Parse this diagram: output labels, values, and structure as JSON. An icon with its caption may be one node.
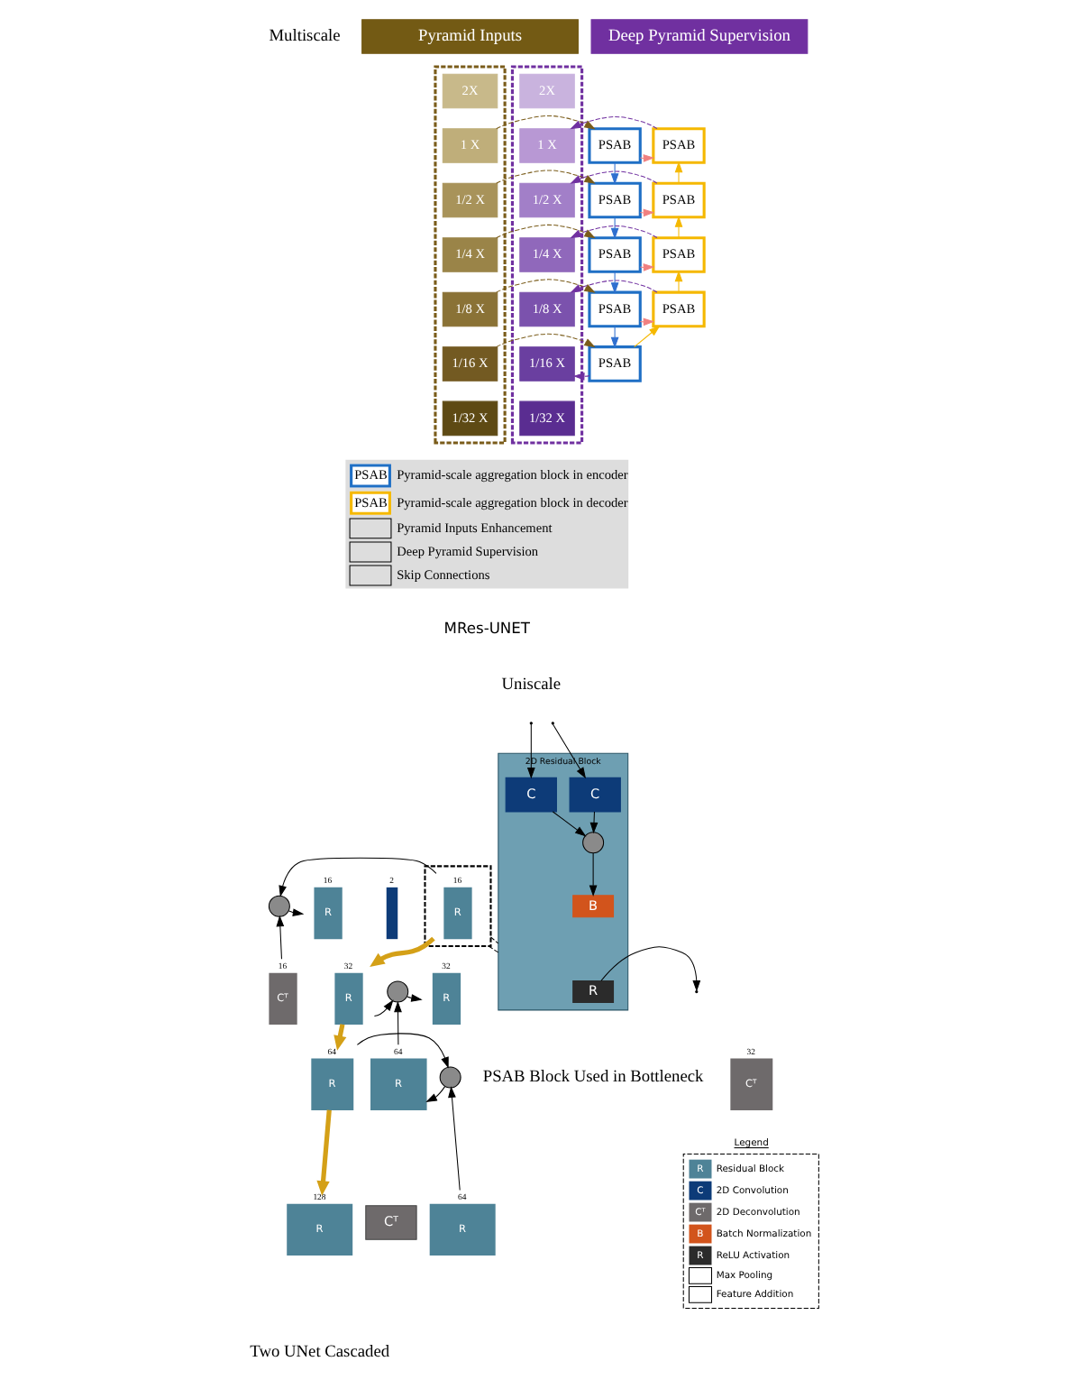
{
  "diagram": {
    "nodes": [
      {
        "text": [],
        "shape": "box"
      },
      {
        "text": [
          "2X"
        ],
        "in": 0
      },
      {
        "text": [
          "1 X"
        ],
        "in": 0
      },
      {
        "text": [
          "1/2 X"
        ],
        "in": 0
      },
      {
        "text": [
          "1/4 X"
        ],
        "in": 0
      },
      {
        "text": [
          "1/8 X"
        ],
        "in": 0
      },
      {
        "text": [
          "1/16 X"
        ],
        "in": 0
      },
      {
        "text": [
          "1/32 X"
        ],
        "in": 0
      },
      {
        "text": [
          "Pyramid Inputs"
        ]
      },
      {
        "text": [
          "Deep Pyramid Supervision"
        ]
      },
      {
        "text": [
          "PSAB"
        ]
      },
      {
        "text": [
          "PSAB"
        ]
      },
      {
        "text": [
          "PSAB"
        ]
      },
      {
        "text": [
          "PSAB"
        ]
      },
      {
        "text": [
          "PSAB"
        ]
      },
      {
        "text": [
          "PSAB"
        ]
      },
      {
        "text": [
          "PSAB"
        ]
      },
      {
        "text": [
          "PSAB"
        ]
      },
      {
        "text": [
          "PSAB"
        ]
      },
      {
        "text": [],
        "shape": "box"
      },
      {
        "text": [
          "2X"
        ],
        "in": 19
      },
      {
        "text": [
          "1 X"
        ],
        "in": 19
      },
      {
        "text": [
          "1/2 X"
        ],
        "in": 19
      },
      {
        "text": [
          "1/4 X"
        ],
        "in": 19
      },
      {
        "text": [
          "1/8 X"
        ],
        "in": 19
      },
      {
        "text": [
          "1/16 X"
        ],
        "in": 19
      },
      {
        "text": [
          "1/32 X"
        ],
        "in": 19
      },
      {
        "text": [
          "2D Residual Block"
        ]
      },
      {
        "text": [
          "C"
        ],
        "in": 27
      },
      {
        "text": [
          "C"
        ],
        "in": 27
      },
      {
        "text": [],
        "shape": "circle",
        "in": 27
      },
      {
        "text": [
          "B"
        ],
        "in": 27
      },
      {
        "text": [
          "R"
        ],
        "in": 27
      },
      {
        "text": [],
        "shape": "box"
      },
      {
        "text": [
          "R"
        ],
        "beside": [
          "16"
        ],
        "in": 33
      },
      {
        "text": [
          "R"
        ],
        "beside": [
          "32"
        ]
      },
      {
        "text": [
          "R"
        ],
        "beside": [
          "64"
        ]
      },
      {
        "text": [
          "R"
        ],
        "beside": [
          "128"
        ]
      },
      {
        "text": [
          "Cᵀ"
        ]
      },
      {
        "text": [
          "R"
        ],
        "beside": [
          "64"
        ]
      },
      {
        "text": [],
        "shape": "circle"
      },
      {
        "text": [
          "R"
        ],
        "beside": [
          "64"
        ]
      },
      {
        "text": [
          "Cᵀ"
        ],
        "beside": [
          "32"
        ]
      },
      {
        "text": [],
        "shape": "circle"
      },
      {
        "text": [
          "R"
        ],
        "beside": [
          "32"
        ]
      },
      {
        "text": [
          "Cᵀ"
        ],
        "beside": [
          "16"
        ]
      },
      {
        "text": [],
        "shape": "circle"
      },
      {
        "text": [
          "R"
        ],
        "beside": [
          "16"
        ]
      },
      {
        "text": [],
        "shape": "box",
        "beside": [
          "2"
        ]
      }
    ],
    "edges": [
      {
        "from": 2,
        "to": 10,
        "arrow": "to",
        "style": "dashed",
        "color": "#7a5c1a"
      },
      {
        "from": 3,
        "to": 11,
        "arrow": "to",
        "style": "dashed",
        "color": "#7a5c1a"
      },
      {
        "from": 4,
        "to": 12,
        "arrow": "to",
        "style": "dashed",
        "color": "#7a5c1a"
      },
      {
        "from": 5,
        "to": 13,
        "arrow": "to",
        "style": "dashed",
        "color": "#7a5c1a"
      },
      {
        "from": 6,
        "to": 14,
        "arrow": "to",
        "style": "dashed",
        "color": "#7a5c1a"
      },
      {
        "from": 10,
        "to": 11,
        "arrow": "to",
        "color": "#2f6fcf"
      },
      {
        "from": 11,
        "to": 12,
        "arrow": "to",
        "color": "#2f6fcf"
      },
      {
        "from": 12,
        "to": 13,
        "arrow": "to",
        "color": "#2f6fcf"
      },
      {
        "from": 13,
        "to": 14,
        "arrow": "to",
        "color": "#2f6fcf"
      },
      {
        "from": 14,
        "to": 18,
        "arrow": "to",
        "color": "#f5b800"
      },
      {
        "from": 18,
        "to": 17,
        "arrow": "to",
        "color": "#f5b800"
      },
      {
        "from": 17,
        "to": 16,
        "arrow": "to",
        "color": "#f5b800"
      },
      {
        "from": 16,
        "to": 15,
        "arrow": "to",
        "color": "#f5b800"
      },
      {
        "from": 10,
        "to": 15,
        "arrow": "to",
        "style": "dashed",
        "color": "#f08080"
      },
      {
        "from": 11,
        "to": 16,
        "arrow": "to",
        "style": "dashed",
        "color": "#f08080"
      },
      {
        "from": 12,
        "to": 17,
        "arrow": "to",
        "style": "dashed",
        "color": "#f08080"
      },
      {
        "from": 13,
        "to": 18,
        "arrow": "to",
        "style": "dashed",
        "color": "#f08080"
      },
      {
        "from": 15,
        "to": 21,
        "arrow": "to",
        "style": "dashed",
        "color": "#7030a0"
      },
      {
        "from": 16,
        "to": 22,
        "arrow": "to",
        "style": "dashed",
        "color": "#7030a0"
      },
      {
        "from": 17,
        "to": 23,
        "arrow": "to",
        "style": "dashed",
        "color": "#7030a0"
      },
      {
        "from": 18,
        "to": 24,
        "arrow": "to",
        "style": "dashed",
        "color": "#7030a0"
      },
      {
        "from": 14,
        "to": 25,
        "arrow": "to",
        "style": "dashed",
        "color": "#7030a0"
      },
      {
        "from": null,
        "to": 28,
        "arrow": "to"
      },
      {
        "from": null,
        "to": 29,
        "arrow": "to"
      },
      {
        "from": 28,
        "to": 30,
        "arrow": "to"
      },
      {
        "from": 29,
        "to": 30,
        "arrow": "to"
      },
      {
        "from": 30,
        "to": 31,
        "arrow": "to"
      },
      {
        "from": 32,
        "to": null,
        "arrow": "to"
      },
      {
        "from": 33,
        "to": 27,
        "arrow": "none",
        "style": "dashed"
      },
      {
        "from": 33,
        "to": 27,
        "arrow": "none",
        "style": "dashed"
      },
      {
        "from": 34,
        "to": 35,
        "arrow": "to",
        "style": "thick",
        "color": "#d4a017"
      },
      {
        "from": 35,
        "to": 36,
        "arrow": "to",
        "style": "thick",
        "color": "#d4a017"
      },
      {
        "from": 36,
        "to": 37,
        "arrow": "to",
        "style": "thick",
        "color": "#d4a017"
      },
      {
        "from": 34,
        "to": 46,
        "arrow": "to"
      },
      {
        "from": 35,
        "to": 43,
        "arrow": "to"
      },
      {
        "from": 36,
        "to": 40,
        "arrow": "to"
      },
      {
        "from": 39,
        "to": 40,
        "arrow": "to"
      },
      {
        "from": 40,
        "to": 41,
        "arrow": "to"
      },
      {
        "from": 41,
        "to": 43,
        "arrow": "to"
      },
      {
        "from": 43,
        "to": 44,
        "arrow": "to"
      },
      {
        "from": 45,
        "to": 46,
        "arrow": "to"
      },
      {
        "from": 46,
        "to": 47,
        "arrow": "to"
      }
    ],
    "labels": [
      "Multiscale",
      "PSAB",
      "PSAB",
      "MRes-UNET",
      "Uniscale",
      "PSAB Block Used in Bottleneck",
      "Two UNet Cascaded",
      "Legend",
      "R",
      "C",
      "Cᵀ",
      "B",
      "R"
    ],
    "legend": [
      {
        "text": "Pyramid-scale aggregation block in encoder"
      },
      {
        "text": "Pyramid-scale aggregation block in decoder"
      },
      {
        "text": "Pyramid Inputs Enhancement"
      },
      {
        "text": "Deep Pyramid Supervision"
      },
      {
        "text": "Skip Connections"
      },
      {
        "text": "Residual Block",
        "color": "#4e8397"
      },
      {
        "text": "2D Convolution",
        "color": "#0d3b78"
      },
      {
        "text": "2D Deconvolution",
        "color": "#6e6a6b"
      },
      {
        "text": "Batch Normalization",
        "color": "#d2541c"
      },
      {
        "text": "ReLU Activation",
        "color": "#2b2b2b"
      },
      {
        "text": "Max Pooling"
      },
      {
        "text": "Feature Addition"
      }
    ]
  }
}
